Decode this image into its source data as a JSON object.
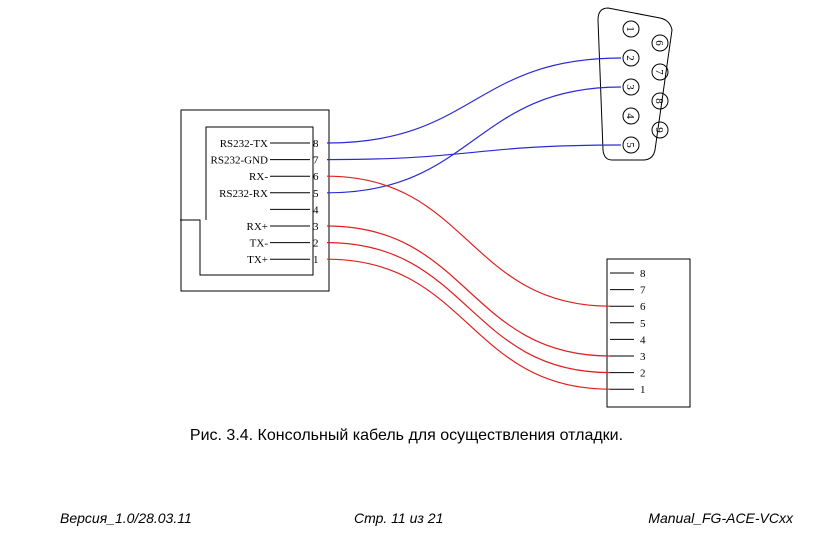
{
  "rj45": {
    "labels": [
      {
        "pin": "8",
        "label": "RS232-TX"
      },
      {
        "pin": "7",
        "label": "RS232-GND"
      },
      {
        "pin": "6",
        "label": "RX-"
      },
      {
        "pin": "5",
        "label": "RS232-RX"
      },
      {
        "pin": "4",
        "label": ""
      },
      {
        "pin": "3",
        "label": "RX+"
      },
      {
        "pin": "2",
        "label": "TX-"
      },
      {
        "pin": "1",
        "label": "TX+"
      }
    ]
  },
  "db9": {
    "pins": [
      "1",
      "2",
      "3",
      "4",
      "5",
      "6",
      "7",
      "8",
      "9"
    ]
  },
  "connector8": {
    "pins": [
      "8",
      "7",
      "6",
      "5",
      "4",
      "3",
      "2",
      "1"
    ]
  },
  "wires": {
    "serial_color": "#2b2bd6",
    "ethernet_color": "#e02020",
    "serial": [
      {
        "from": "8",
        "to": "2"
      },
      {
        "from": "7",
        "to": "5"
      },
      {
        "from": "5",
        "to": "3"
      }
    ],
    "ethernet": [
      {
        "from": "6",
        "to": "6"
      },
      {
        "from": "3",
        "to": "3"
      },
      {
        "from": "2",
        "to": "2"
      },
      {
        "from": "1",
        "to": "1"
      }
    ]
  },
  "caption": "Рис. 3.4. Консольный кабель для осуществления отладки.",
  "footer": {
    "left": "Версия_1.0/28.03.11",
    "center": "Стр. 11 из 21",
    "right": "Manual_FG-ACE-VCxx"
  }
}
